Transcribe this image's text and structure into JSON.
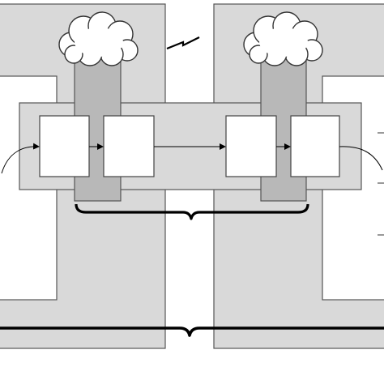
{
  "diagram": {
    "description_text": [],
    "colors": {
      "panel_fill": "#d9d9d9",
      "column_fill": "#b8b8b8",
      "box_fill": "#ffffff",
      "stroke": "#000000",
      "background": "#ffffff"
    },
    "icons": [
      "cloud-icon-left",
      "cloud-icon-right",
      "lightning-bolt-icon",
      "brace-icon-upper",
      "brace-icon-lower"
    ]
  }
}
